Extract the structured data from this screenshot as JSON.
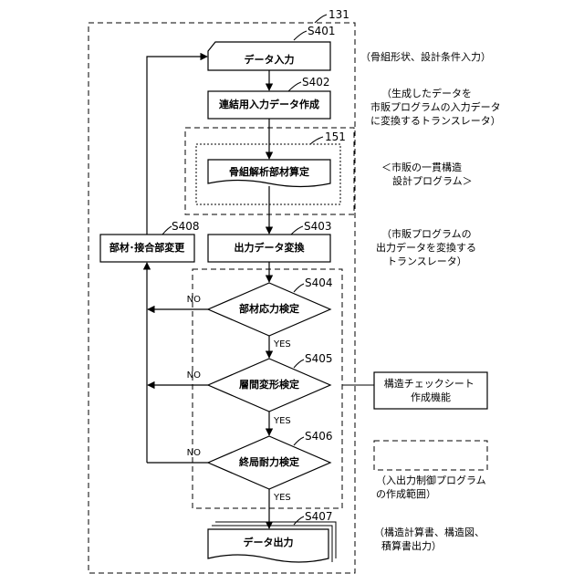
{
  "diagram": {
    "refs": {
      "outer": "131",
      "program": "151"
    },
    "steps": {
      "s401": {
        "id": "S401",
        "label": "データ入力"
      },
      "s402": {
        "id": "S402",
        "label": "連結用入力データ作成"
      },
      "s151": {
        "label": "骨組解析部材算定"
      },
      "s403": {
        "id": "S403",
        "label": "出力データ変換"
      },
      "s404": {
        "id": "S404",
        "label": "部材応力検定"
      },
      "s405": {
        "id": "S405",
        "label": "層間変形検定"
      },
      "s406": {
        "id": "S406",
        "label": "終局耐力検定"
      },
      "s407": {
        "id": "S407",
        "label": "データ出力"
      },
      "s408": {
        "id": "S408",
        "label": "部材･接合部変更"
      }
    },
    "branch": {
      "no": "NO",
      "yes": "YES"
    },
    "notes": {
      "n1": [
        "（骨組形状、設計条件入力）"
      ],
      "n2": [
        "（生成したデータを",
        "市販プログラムの入力データ",
        "に変換するトランスレータ）"
      ],
      "n3": [
        "＜市販の一貫構造",
        "設計プログラム＞"
      ],
      "n4": [
        "（市販プログラムの",
        "出力データを変換する",
        "トランスレータ）"
      ],
      "n5": [
        "構造チェックシート",
        "作成機能"
      ],
      "n6": [
        "（入出力制御プログラム",
        "の作成範囲）"
      ],
      "n7": [
        "（構造計算書、構造図、",
        "積算書出力）"
      ]
    }
  }
}
